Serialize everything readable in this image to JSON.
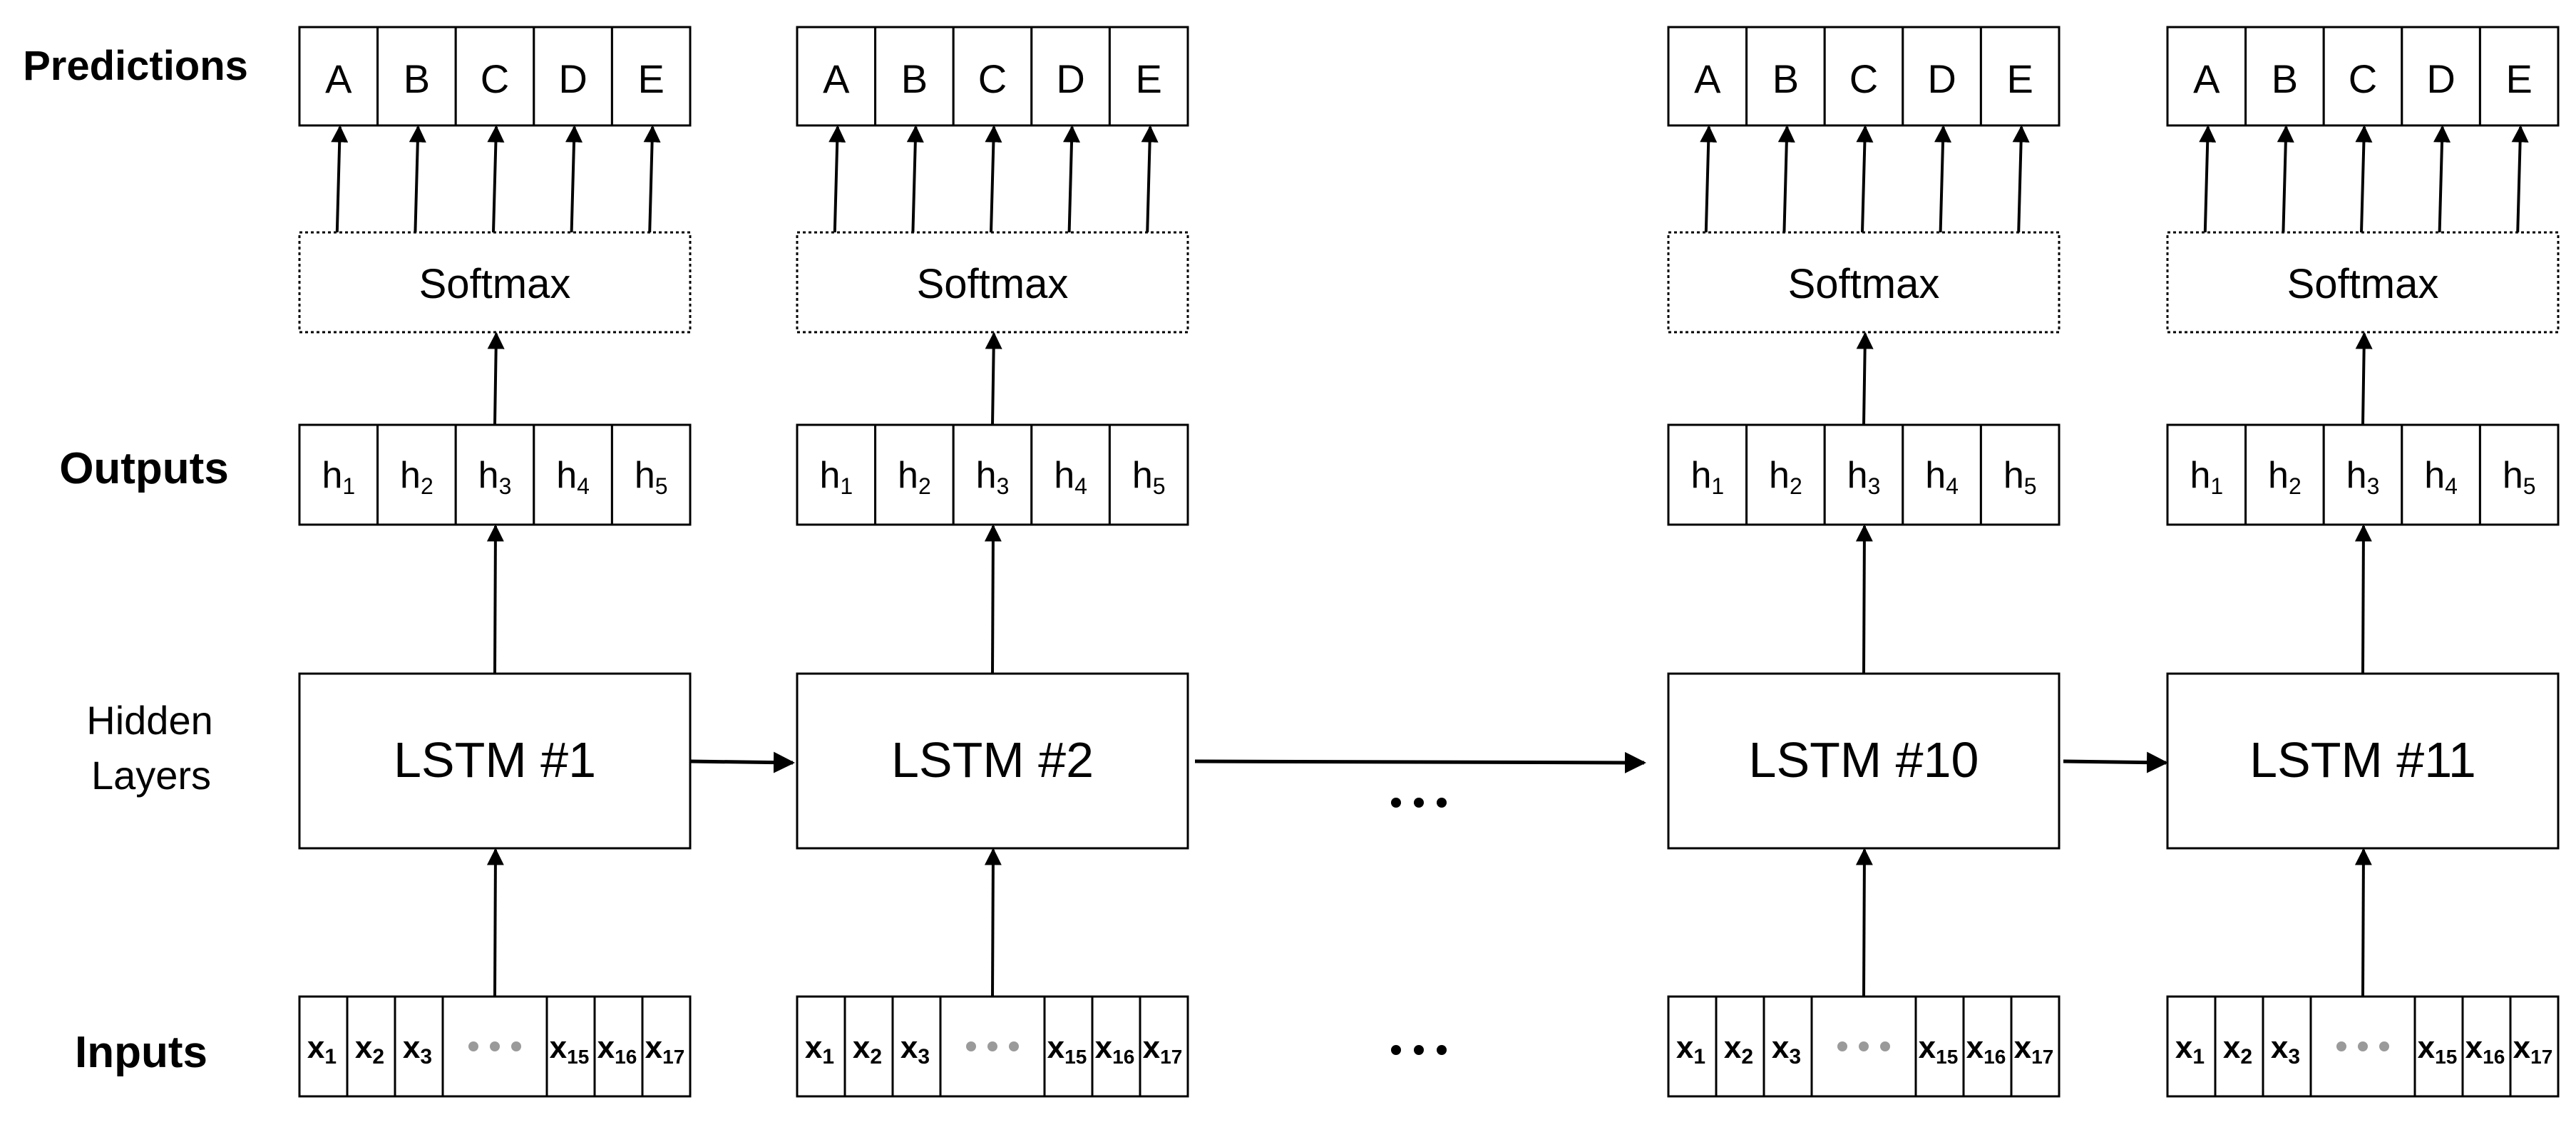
{
  "row_labels": {
    "predictions": "Predictions",
    "outputs": "Outputs",
    "hidden_line1": "Hidden",
    "hidden_line2": "Layers",
    "inputs": "Inputs"
  },
  "columns": [
    {
      "prediction_classes": [
        "A",
        "B",
        "C",
        "D",
        "E"
      ],
      "softmax_label": "Softmax",
      "outputs": [
        {
          "base": "h",
          "sub": "1"
        },
        {
          "base": "h",
          "sub": "2"
        },
        {
          "base": "h",
          "sub": "3"
        },
        {
          "base": "h",
          "sub": "4"
        },
        {
          "base": "h",
          "sub": "5"
        }
      ],
      "lstm_label": "LSTM #1",
      "inputs": [
        {
          "base": "x",
          "sub": "1"
        },
        {
          "base": "x",
          "sub": "2"
        },
        {
          "base": "x",
          "sub": "3"
        },
        {
          "base": "x",
          "sub": "15"
        },
        {
          "base": "x",
          "sub": "16"
        },
        {
          "base": "x",
          "sub": "17"
        }
      ]
    },
    {
      "prediction_classes": [
        "A",
        "B",
        "C",
        "D",
        "E"
      ],
      "softmax_label": "Softmax",
      "outputs": [
        {
          "base": "h",
          "sub": "1"
        },
        {
          "base": "h",
          "sub": "2"
        },
        {
          "base": "h",
          "sub": "3"
        },
        {
          "base": "h",
          "sub": "4"
        },
        {
          "base": "h",
          "sub": "5"
        }
      ],
      "lstm_label": "LSTM #2",
      "inputs": [
        {
          "base": "x",
          "sub": "1"
        },
        {
          "base": "x",
          "sub": "2"
        },
        {
          "base": "x",
          "sub": "3"
        },
        {
          "base": "x",
          "sub": "15"
        },
        {
          "base": "x",
          "sub": "16"
        },
        {
          "base": "x",
          "sub": "17"
        }
      ]
    },
    {
      "prediction_classes": [
        "A",
        "B",
        "C",
        "D",
        "E"
      ],
      "softmax_label": "Softmax",
      "outputs": [
        {
          "base": "h",
          "sub": "1"
        },
        {
          "base": "h",
          "sub": "2"
        },
        {
          "base": "h",
          "sub": "3"
        },
        {
          "base": "h",
          "sub": "4"
        },
        {
          "base": "h",
          "sub": "5"
        }
      ],
      "lstm_label": "LSTM #10",
      "inputs": [
        {
          "base": "x",
          "sub": "1"
        },
        {
          "base": "x",
          "sub": "2"
        },
        {
          "base": "x",
          "sub": "3"
        },
        {
          "base": "x",
          "sub": "15"
        },
        {
          "base": "x",
          "sub": "16"
        },
        {
          "base": "x",
          "sub": "17"
        }
      ]
    },
    {
      "prediction_classes": [
        "A",
        "B",
        "C",
        "D",
        "E"
      ],
      "softmax_label": "Softmax",
      "outputs": [
        {
          "base": "h",
          "sub": "1"
        },
        {
          "base": "h",
          "sub": "2"
        },
        {
          "base": "h",
          "sub": "3"
        },
        {
          "base": "h",
          "sub": "4"
        },
        {
          "base": "h",
          "sub": "5"
        }
      ],
      "lstm_label": "LSTM #11",
      "inputs": [
        {
          "base": "x",
          "sub": "1"
        },
        {
          "base": "x",
          "sub": "2"
        },
        {
          "base": "x",
          "sub": "3"
        },
        {
          "base": "x",
          "sub": "15"
        },
        {
          "base": "x",
          "sub": "16"
        },
        {
          "base": "x",
          "sub": "17"
        }
      ]
    }
  ],
  "colors": {
    "stroke": "#000000",
    "ellipsis_dots_gray": "#9a9a9a"
  }
}
